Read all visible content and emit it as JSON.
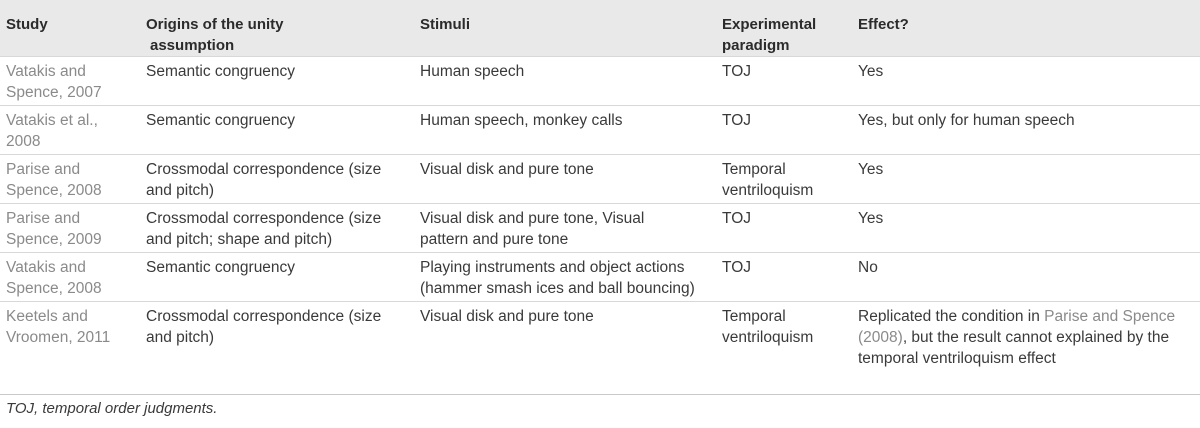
{
  "table": {
    "headers": {
      "study": "Study",
      "origins_line1": "Origins of the unity",
      "origins_line2": "assumption",
      "stimuli": "Stimuli",
      "paradigm_line1": "Experimental",
      "paradigm_line2": "paradigm",
      "effect": "Effect?"
    },
    "rows": [
      {
        "study_line1": "Vatakis and",
        "study_line2": "Spence, 2007",
        "origins_line1": "Semantic congruency",
        "origins_line2": "",
        "stimuli_line1": "Human speech",
        "stimuli_line2": "",
        "paradigm_line1": "TOJ",
        "paradigm_line2": "",
        "effect_line1": "Yes"
      },
      {
        "study_line1": "Vatakis et al.,",
        "study_line2": "2008",
        "origins_line1": "Semantic congruency",
        "origins_line2": "",
        "stimuli_line1": "Human speech, monkey calls",
        "stimuli_line2": "",
        "paradigm_line1": "TOJ",
        "paradigm_line2": "",
        "effect_line1": "Yes, but only for human speech"
      },
      {
        "study_line1": "Parise and",
        "study_line2": "Spence, 2008",
        "origins_line1": "Crossmodal correspondence (size",
        "origins_line2": "and pitch)",
        "stimuli_line1": "Visual disk and pure tone",
        "stimuli_line2": "",
        "paradigm_line1": "Temporal",
        "paradigm_line2": "ventriloquism",
        "effect_line1": "Yes"
      },
      {
        "study_line1": "Parise and",
        "study_line2": "Spence, 2009",
        "origins_line1": "Crossmodal correspondence (size",
        "origins_line2": "and pitch; shape and pitch)",
        "stimuli_line1": "Visual disk and pure tone, Visual",
        "stimuli_line2": "pattern and pure tone",
        "paradigm_line1": "TOJ",
        "paradigm_line2": "",
        "effect_line1": "Yes"
      },
      {
        "study_line1": "Vatakis and",
        "study_line2": "Spence, 2008",
        "origins_line1": "Semantic congruency",
        "origins_line2": "",
        "stimuli_line1": "Playing instruments and object actions",
        "stimuli_line2": "(hammer smash ices and ball bouncing)",
        "paradigm_line1": "TOJ",
        "paradigm_line2": "",
        "effect_line1": "No"
      },
      {
        "study_line1": "Keetels and",
        "study_line2": "Vroomen, 2011",
        "origins_line1": "Crossmodal correspondence (size",
        "origins_line2": "and pitch)",
        "stimuli_line1": "Visual disk and pure tone",
        "stimuli_line2": "",
        "paradigm_line1": "Temporal",
        "paradigm_line2": "ventriloquism",
        "effect_line1_pre": "Replicated the condition in ",
        "effect_line1_link": "Parise and Spence",
        "effect_line2_link": "(2008)",
        "effect_line2_post": ", but the result cannot explained by the",
        "effect_line3": "temporal ventriloquism effect"
      }
    ]
  },
  "footnote": "TOJ, temporal order judgments."
}
